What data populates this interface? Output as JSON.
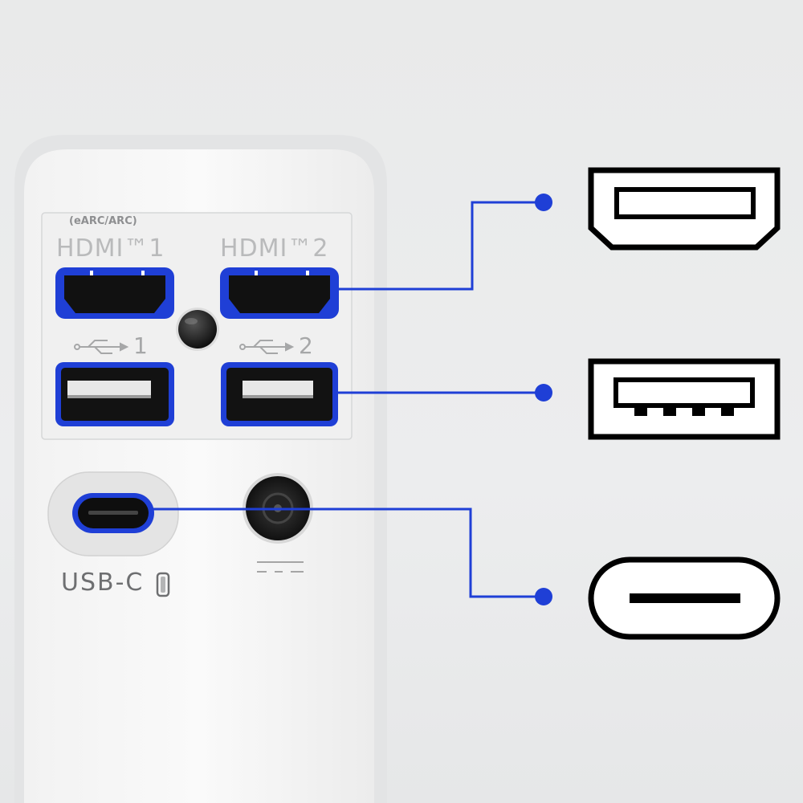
{
  "panel": {
    "arc_label": "(eARC/ARC)",
    "hdmi1_label": "HDMI™1",
    "hdmi2_label": "HDMI™2",
    "usb1_number": "1",
    "usb2_number": "2",
    "usbc_label": "USB-C"
  },
  "colors": {
    "accent_blue": "#1f3fd6",
    "panel_white": "#f5f5f5",
    "background": "#eaebec"
  },
  "legend_icons": [
    "hdmi-port-icon",
    "usb-a-port-icon",
    "usb-c-port-icon"
  ]
}
